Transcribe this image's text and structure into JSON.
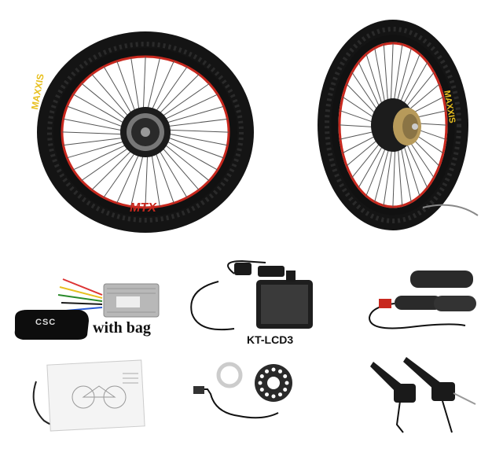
{
  "captions": {
    "bag": "with bag",
    "display": "KT-LCD3"
  },
  "branding": {
    "tire_brand": "MAXXIS",
    "rim_brand": "MTX",
    "bag_logo": "CSC"
  },
  "colors": {
    "background": "#ffffff",
    "tire": "#141414",
    "rim_red": "#c8281e",
    "rim_yellow": "#e8c020",
    "spoke": "#555555",
    "hub": "#1c1c1c",
    "cassette": "#b79a5a",
    "controller": "#b8b8b8",
    "screen": "#1e1e1e",
    "throttle": "#2a2a2a",
    "pas_disc": "#2a2a2a"
  },
  "items": [
    {
      "name": "front-wheel-hub-motor",
      "icon": "wheel-with-disc-rotor"
    },
    {
      "name": "rear-wheel-hub-motor",
      "icon": "wheel-with-freewheel"
    },
    {
      "name": "controller",
      "icon": "controller-box"
    },
    {
      "name": "controller-bag",
      "icon": "bag"
    },
    {
      "name": "lcd-display",
      "icon": "display"
    },
    {
      "name": "throttle",
      "icon": "twist-grip"
    },
    {
      "name": "manual",
      "icon": "document"
    },
    {
      "name": "pas-sensor",
      "icon": "sensor-disc"
    },
    {
      "name": "brake-levers",
      "icon": "brake-lever"
    }
  ]
}
